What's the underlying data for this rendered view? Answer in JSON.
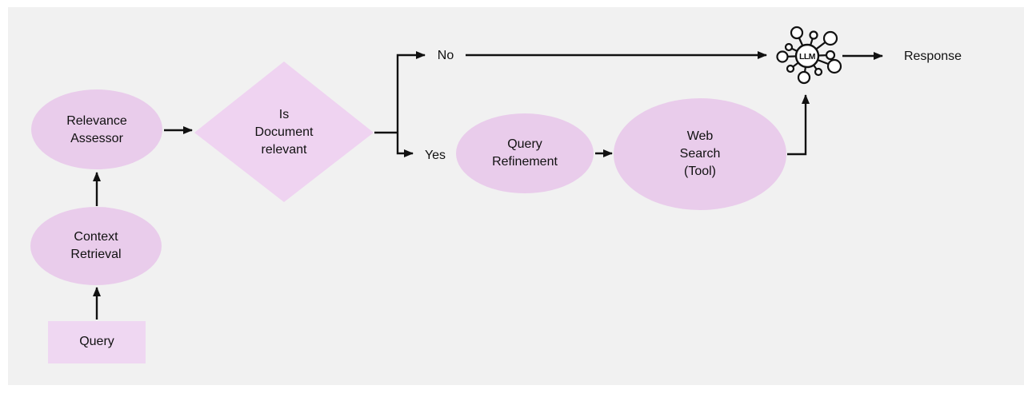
{
  "diagram": {
    "background_color": "#f1f1f1",
    "node_fill_ellipse": "#e9cceb",
    "node_fill_diamond": "#efd3f1",
    "node_fill_rectangle": "#efd7f2",
    "line_color": "#111111",
    "nodes": {
      "query": {
        "label": "Query",
        "shape": "rectangle"
      },
      "context_retrieval": {
        "label": "Context\nRetrieval",
        "shape": "ellipse"
      },
      "relevance_assessor": {
        "label": "Relevance\nAssessor",
        "shape": "ellipse"
      },
      "decision": {
        "label": "Is\nDocument\nrelevant",
        "shape": "diamond"
      },
      "query_refinement": {
        "label": "Query\nRefinement",
        "shape": "ellipse"
      },
      "web_search": {
        "label": "Web\nSearch\n(Tool)",
        "shape": "ellipse"
      },
      "llm": {
        "label": "LLM",
        "shape": "hub-icon"
      },
      "response": {
        "label": "Response",
        "shape": "text"
      }
    },
    "edges": [
      {
        "from": "query",
        "to": "context_retrieval",
        "label": ""
      },
      {
        "from": "context_retrieval",
        "to": "relevance_assessor",
        "label": ""
      },
      {
        "from": "relevance_assessor",
        "to": "decision",
        "label": ""
      },
      {
        "from": "decision",
        "to": "llm",
        "label": "No"
      },
      {
        "from": "decision",
        "to": "query_refinement",
        "label": "Yes"
      },
      {
        "from": "query_refinement",
        "to": "web_search",
        "label": ""
      },
      {
        "from": "web_search",
        "to": "llm",
        "label": ""
      },
      {
        "from": "llm",
        "to": "response",
        "label": ""
      }
    ]
  }
}
